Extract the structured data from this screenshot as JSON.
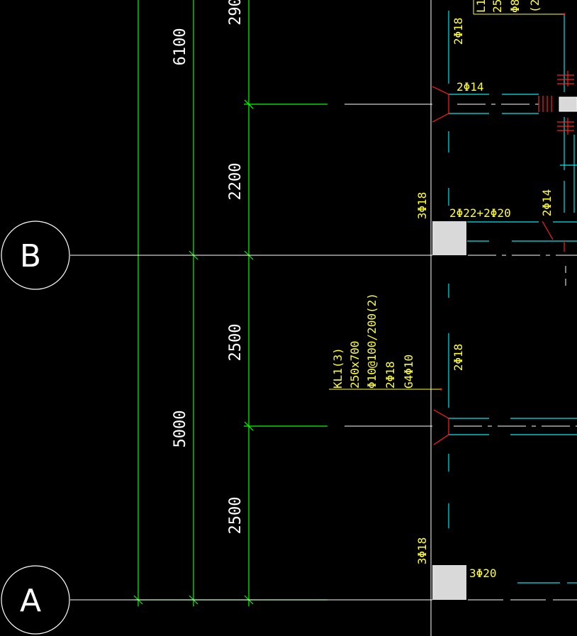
{
  "axes": [
    {
      "id": "B",
      "label": "B"
    },
    {
      "id": "A",
      "label": "A"
    }
  ],
  "dimensions": {
    "d2900": "290",
    "d6100": "6100",
    "d2200": "2200",
    "d2500_upper": "2500",
    "d5000": "5000",
    "d2500_lower": "2500"
  },
  "rebar_notes": {
    "top_2phi18": "2Φ18",
    "top_2phi14": "2Φ14",
    "b_3phi18": "3Φ18",
    "b_beam": "2Φ22+2Φ20",
    "b_right_2phi14": "2Φ14",
    "mid_2phi18": "2Φ18",
    "a_3phi18": "3Φ18",
    "a_3phi20": "3Φ20"
  },
  "beam_label": {
    "line1": "KL1(3)",
    "line2": "250x700",
    "line3": "Φ10@100/200(2)",
    "line4": "2Φ18",
    "line5": "G4Φ10"
  },
  "corner_label": {
    "line1": "L1",
    "line2": "25",
    "line3": "Φ8",
    "line4": "(2"
  },
  "colors": {
    "background": "#000000",
    "dimension_line": "#00ff00",
    "axis_line": "#ffffff",
    "beam_outline": "#00e5ee",
    "text_annotation": "#ffff33",
    "leader": "#ff2020",
    "column_fill": "#d9d9d9"
  }
}
